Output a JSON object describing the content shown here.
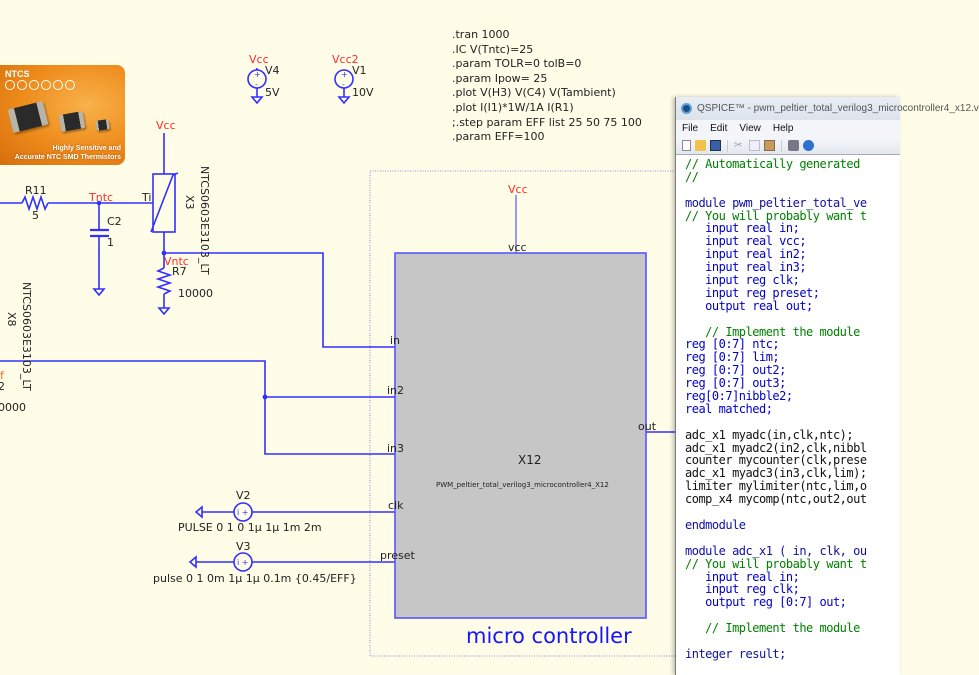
{
  "schematic": {
    "ad": {
      "brand": "NTCS",
      "tagline_1": "Highly Sensitive and",
      "tagline_2": "Accurate NTC SMD Thermistors"
    },
    "directives": [
      ".tran 1000",
      ".IC V(Tntc)=25",
      ".param TOLR=0 tolB=0",
      ".param Ipow= 25",
      ".plot V(H3) V(C4) V(Tambient)",
      ".plot I(I1)*1W/1A I(R1)",
      ";.step param EFF list 25 50 75 100",
      ".param EFF=100"
    ],
    "sources": {
      "v4": {
        "name": "V4",
        "net": "Vcc",
        "value": "5V"
      },
      "v1": {
        "name": "V1",
        "net": "Vcc2",
        "value": "10V"
      },
      "v2": {
        "name": "V2",
        "value": "PULSE 0 1 0 1µ 1µ 1m 2m"
      },
      "v3": {
        "name": "V3",
        "value": "pulse 0 1 0m 1µ 1µ 0.1m {0.45/EFF}"
      }
    },
    "components": {
      "r11": {
        "name": "R11",
        "value": "5"
      },
      "c2": {
        "name": "C2",
        "value": "1"
      },
      "r7": {
        "name": "R7",
        "value": "10000"
      },
      "x3": {
        "name": "X3",
        "model": "NTCS0603E3103_LT",
        "pin": "Ti"
      },
      "x8": {
        "name": "X8",
        "model": "NTCS0603E3103_LT",
        "partial_net": "f",
        "partial_value_1": "2",
        "partial_value_2": "0000"
      }
    },
    "nets": {
      "tntc": "Tntc",
      "vntc": "Vntc",
      "vcc_x3": "Vcc",
      "vcc_block": "Vcc"
    },
    "block": {
      "name": "X12",
      "model": "PWM_peltier_total_verilog3_microcontroller4_X12",
      "title": "micro controller",
      "pins": {
        "vcc": "vcc",
        "in": "in",
        "in2": "in2",
        "in3": "in3",
        "clk": "clk",
        "preset": "preset",
        "out": "out"
      }
    }
  },
  "editor": {
    "title": "QSPICE™ - pwm_peltier_total_verilog3_microcontroller4_x12.v",
    "menu": [
      "File",
      "Edit",
      "View",
      "Help"
    ],
    "toolbar_icons": [
      "new-icon",
      "open-icon",
      "save-icon",
      "cut-icon",
      "copy-icon",
      "paste-icon",
      "print-icon",
      "help-icon"
    ],
    "code_lines": [
      {
        "t": "// Automatically generated",
        "c": "com"
      },
      {
        "t": "//",
        "c": "com"
      },
      {
        "t": "",
        "c": ""
      },
      {
        "t": "module pwm_peltier_total_ve",
        "c": "kw"
      },
      {
        "t": "// You will probably want t",
        "c": "com"
      },
      {
        "t": "   input real in;",
        "c": "blue"
      },
      {
        "t": "   input real vcc;",
        "c": "blue"
      },
      {
        "t": "   input real in2;",
        "c": "blue"
      },
      {
        "t": "   input real in3;",
        "c": "blue"
      },
      {
        "t": "   input reg clk;",
        "c": "blue"
      },
      {
        "t": "   input reg preset;",
        "c": "blue"
      },
      {
        "t": "   output real out;",
        "c": "blue"
      },
      {
        "t": "",
        "c": ""
      },
      {
        "t": "   // Implement the module",
        "c": "com"
      },
      {
        "t": "reg [0:7] ntc;",
        "c": "blue"
      },
      {
        "t": "reg [0:7] lim;",
        "c": "blue"
      },
      {
        "t": "reg [0:7] out2;",
        "c": "blue"
      },
      {
        "t": "reg [0:7] out3;",
        "c": "blue"
      },
      {
        "t": "reg[0:7]nibble2;",
        "c": "blue"
      },
      {
        "t": "real matched;",
        "c": "blue"
      },
      {
        "t": "",
        "c": ""
      },
      {
        "t": "adc_x1 myadc(in,clk,ntc);",
        "c": ""
      },
      {
        "t": "adc_x1 myadc2(in2,clk,nibbl",
        "c": ""
      },
      {
        "t": "counter mycounter(clk,prese",
        "c": ""
      },
      {
        "t": "adc_x1 myadc3(in3,clk,lim);",
        "c": ""
      },
      {
        "t": "limiter mylimiter(ntc,lim,o",
        "c": ""
      },
      {
        "t": "comp_x4 mycomp(ntc,out2,out",
        "c": ""
      },
      {
        "t": "",
        "c": ""
      },
      {
        "t": "endmodule",
        "c": "kw"
      },
      {
        "t": "",
        "c": ""
      },
      {
        "t": "module adc_x1 ( in, clk, ou",
        "c": "kw"
      },
      {
        "t": "// You will probably want t",
        "c": "com"
      },
      {
        "t": "   input real in;",
        "c": "blue"
      },
      {
        "t": "   input reg clk;",
        "c": "blue"
      },
      {
        "t": "   output reg [0:7] out;",
        "c": "blue"
      },
      {
        "t": "",
        "c": ""
      },
      {
        "t": "   // Implement the module",
        "c": "com"
      },
      {
        "t": "",
        "c": ""
      },
      {
        "t": "integer result;",
        "c": "kw"
      }
    ]
  }
}
